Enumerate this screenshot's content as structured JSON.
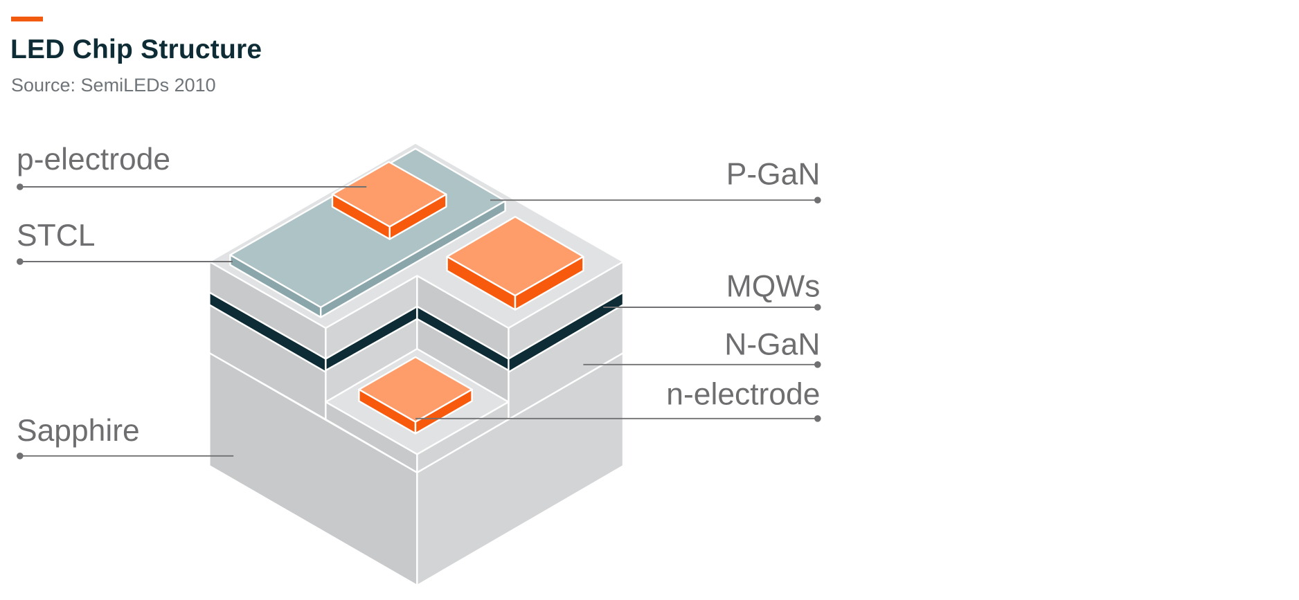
{
  "header": {
    "title": "LED Chip Structure",
    "source": "Source: SemiLEDs 2010"
  },
  "labels": {
    "p_electrode": "p-electrode",
    "stcl": "STCL",
    "sapphire": "Sapphire",
    "p_gan": "P-GaN",
    "mqws": "MQWs",
    "n_gan": "N-GaN",
    "n_electrode": "n-electrode"
  },
  "colors": {
    "accent": "#f25a0f",
    "title": "#0e2c35",
    "electrode_top": "#fe9c6a",
    "electrode_side": "#f7590d",
    "stcl_top": "#adc3c5",
    "stcl_side": "#8aa6aa",
    "mqw_layer": "#0e2c35",
    "label_gray": "#6e6e70"
  }
}
